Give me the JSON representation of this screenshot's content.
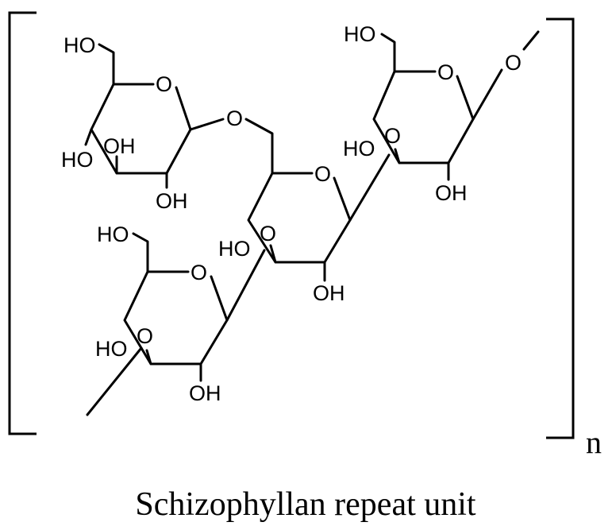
{
  "diagram": {
    "caption": "Schizophyllan repeat unit",
    "repeat_subscript": "n",
    "atoms": {
      "ho_top_left": "HO",
      "o_ring1": "O",
      "o_glycosidic": "O",
      "ho_ring1_c4": "HO",
      "oh_ring1_c3": "OH",
      "oh_ring1_c2": "OH",
      "ho_top_right": "HO",
      "o_ring3": "O",
      "o_terminal": "O",
      "ho_ring3": "HO",
      "o_ring3_c3": "O",
      "oh_ring3_c2": "OH",
      "o_ring2": "O",
      "ho_ring2": "HO",
      "o_ring2_c3": "O",
      "oh_ring2_c2": "OH",
      "ho_ring4_c6": "HO",
      "o_ring4": "O",
      "ho_ring4": "HO",
      "o_ring4_c3": "O",
      "oh_ring4_c2": "OH"
    }
  }
}
